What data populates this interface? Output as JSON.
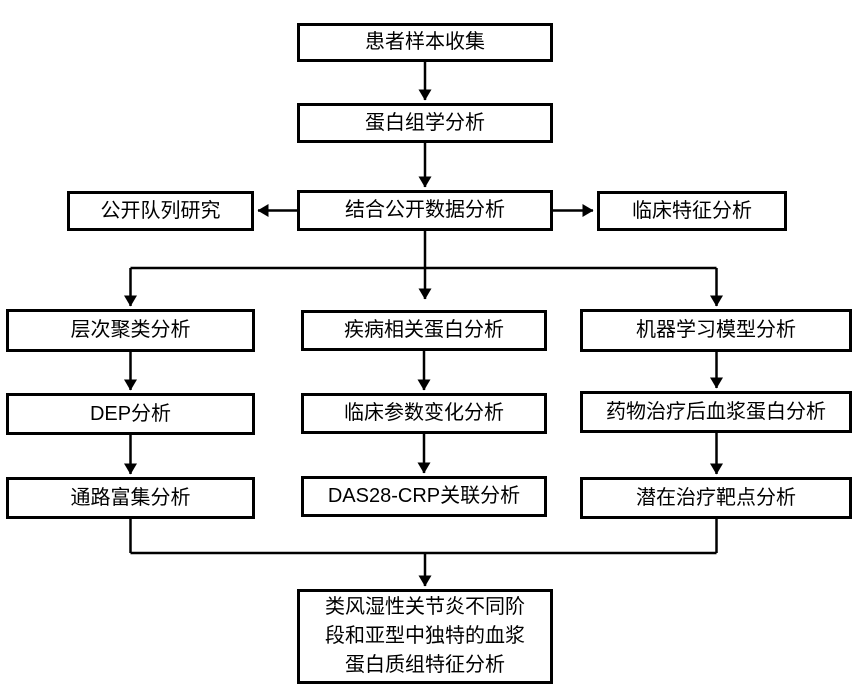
{
  "diagram": {
    "type": "flowchart",
    "colors": {
      "background": "#ffffff",
      "line": "#000000",
      "box_fill": "#ffffff",
      "text": "#000000"
    },
    "nodes": {
      "sample_collection": {
        "label": "患者样本收集"
      },
      "proteomics": {
        "label": "蛋白组学分析"
      },
      "public_cohort": {
        "label": "公开队列研究"
      },
      "public_data": {
        "label": "结合公开数据分析"
      },
      "clinical_features": {
        "label": "临床特征分析"
      },
      "hier_clustering": {
        "label": "层次聚类分析"
      },
      "dep_analysis": {
        "label": "DEP分析"
      },
      "pathway_enrichment": {
        "label": "通路富集分析"
      },
      "disease_proteins": {
        "label": "疾病相关蛋白分析"
      },
      "clinical_params": {
        "label": "临床参数变化分析"
      },
      "das28_crp": {
        "label": "DAS28-CRP关联分析"
      },
      "ml_model": {
        "label": "机器学习模型分析"
      },
      "drug_plasma": {
        "label": "药物治疗后血浆蛋白分析"
      },
      "therapy_targets": {
        "label": "潜在治疗靶点分析"
      },
      "final_summary": {
        "label": "类风湿性关节炎不同阶段和亚型中独特的血浆蛋白质组特征分析",
        "lines": [
          "类风湿性关节炎不同阶",
          "段和亚型中独特的血浆",
          "蛋白质组特征分析"
        ]
      }
    }
  }
}
